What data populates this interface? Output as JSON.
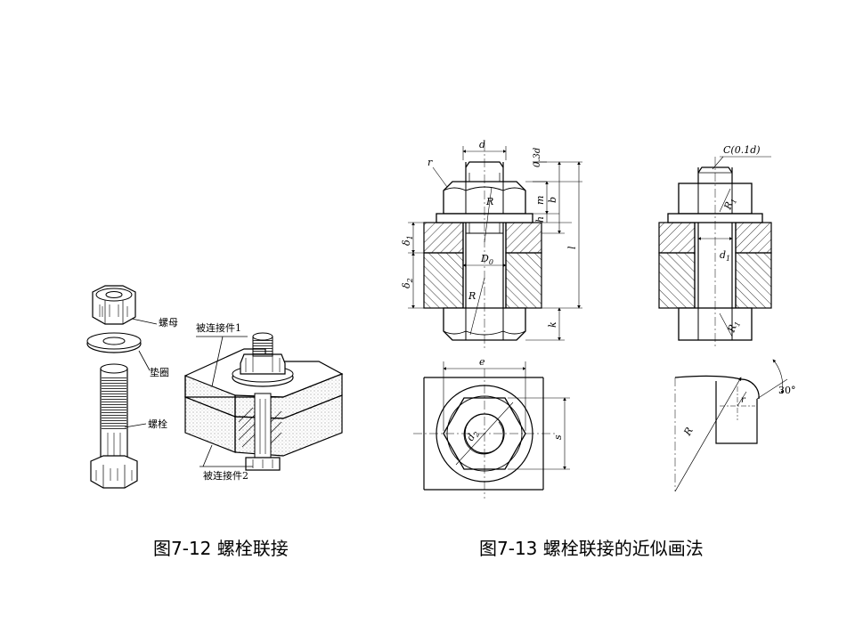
{
  "left_figure": {
    "caption": "图7-12  螺栓联接",
    "labels": {
      "nut": "螺母",
      "washer": "垫圈",
      "bolt": "螺栓",
      "part1": "被连接件1",
      "part2": "被连接件2"
    }
  },
  "right_figure": {
    "caption": "图7-13  螺栓联接的近似画法",
    "dims": {
      "d": "d",
      "d_03": "0.3d",
      "r": "r",
      "R": "R",
      "m": "m",
      "h": "h",
      "b": "b",
      "l": "l",
      "k": "k",
      "delta1": "δ",
      "delta1_sub": "1",
      "delta2": "δ",
      "delta2_sub": "2",
      "D0": "D",
      "D0_sub": "0",
      "e": "e",
      "s": "s",
      "d2": "d",
      "d2_sub": "2",
      "chamfer": "C(0.1d)",
      "R1": "R",
      "R1_sub": "1",
      "d1": "d",
      "d1_sub": "1",
      "angle": "30°"
    }
  },
  "colors": {
    "line": "#000000",
    "paper": "#ffffff",
    "stipple": "#555555"
  }
}
